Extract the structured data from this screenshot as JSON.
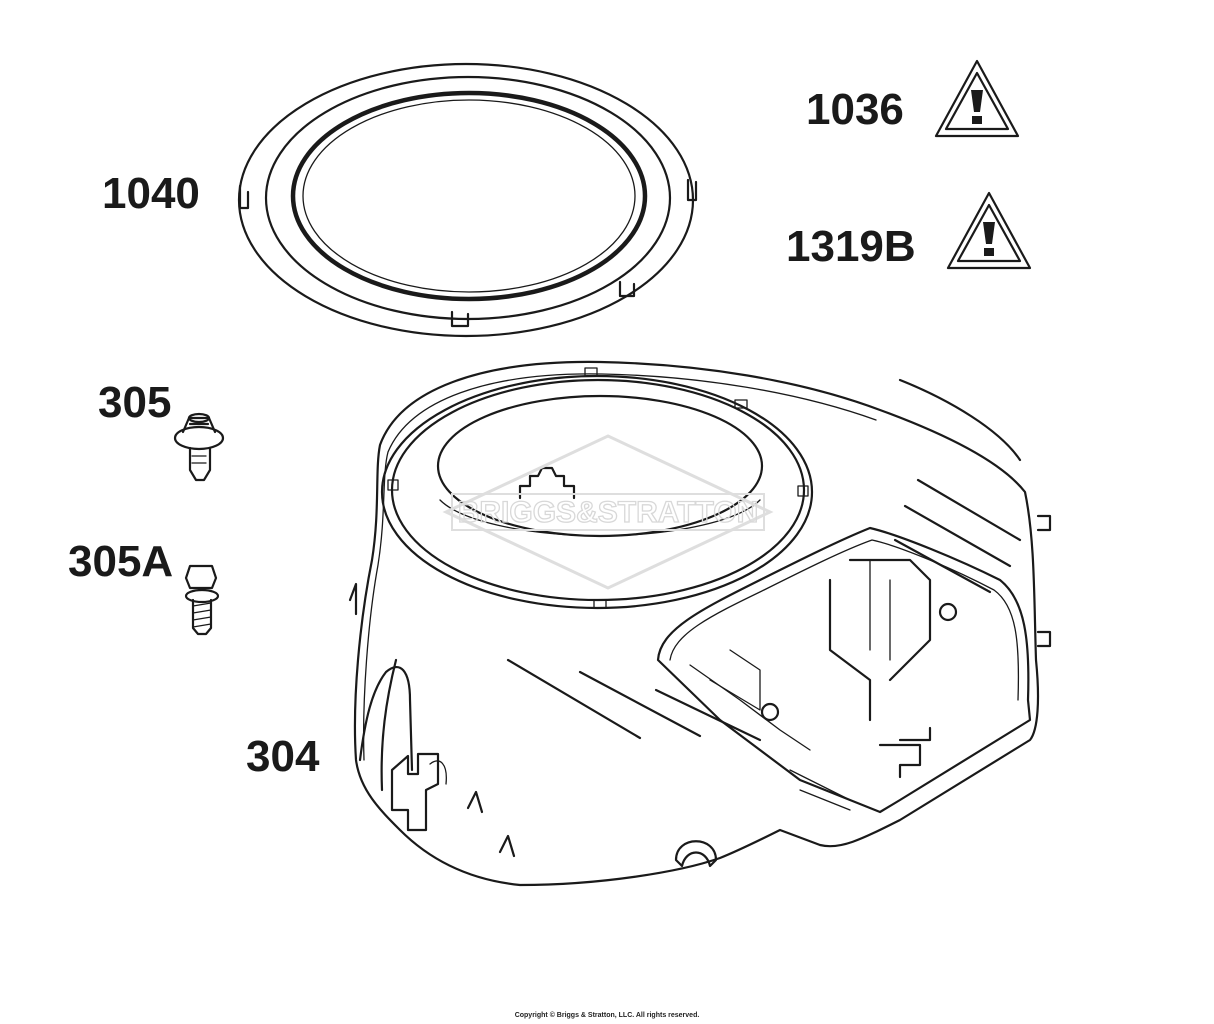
{
  "parts": {
    "p1040": "1040",
    "p1036": "1036",
    "p1319b": "1319B",
    "p305": "305",
    "p305a": "305A",
    "p304": "304"
  },
  "watermark": "BRIGGS&STRATTON",
  "copyright": "Copyright © Briggs & Stratton, LLC. All rights reserved.",
  "icons": {
    "warning": "warning-triangle-icon"
  }
}
